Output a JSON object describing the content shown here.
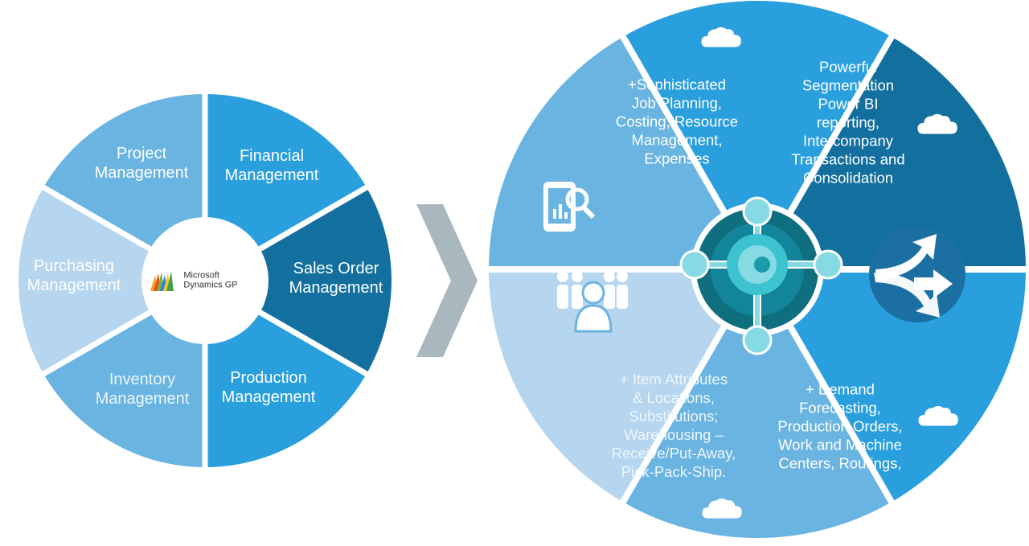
{
  "colors": {
    "lightest": "#b6d5ee",
    "light": "#6ab4e2",
    "medium": "#2a9fde",
    "dark": "#1a84be",
    "darkest": "#136f9e",
    "arrow": "#a9b7bf",
    "bc_ring": "#13859b",
    "bc_node": "#86dae4"
  },
  "left_wheel": {
    "center_logo": {
      "line1": "Microsoft",
      "line2": "Dynamics GP"
    },
    "segments": [
      {
        "id": "project",
        "label": "Project\nManagement",
        "color": "medium"
      },
      {
        "id": "financial",
        "label": "Financial\nManagement",
        "color": "darkest"
      },
      {
        "id": "sales",
        "label": "Sales Order\nManagement",
        "color": "medium"
      },
      {
        "id": "production",
        "label": "Production\nManagement",
        "color": "light"
      },
      {
        "id": "inventory",
        "label": "Inventory\nManagement",
        "color": "lightest"
      },
      {
        "id": "purchasing",
        "label": "Purchasing\nManagement",
        "color": "light"
      }
    ]
  },
  "right_wheel": {
    "segments": [
      {
        "id": "job-planning",
        "label": "+Sophisticated\nJob Planning,\nCosting, Resource\nManagement,\nExpenses",
        "color": "medium",
        "cloud": true
      },
      {
        "id": "financial-plus",
        "label": "Powerful\nSegmentation\nPower BI\nreporting,\nIntercompany\nTransactions and\nConsolidation",
        "color": "darkest",
        "cloud": true
      },
      {
        "id": "workflow",
        "label": "",
        "color": "medium",
        "icon": "split-arrows-icon"
      },
      {
        "id": "production-plus",
        "label": "+ Demand\nForecasting,\nProduction Orders,\nWork and Machine\nCenters, Routings,",
        "color": "light",
        "cloud": true
      },
      {
        "id": "inventory-plus",
        "label": "+ Item Attributes\n& Locations,\nSubstitutions;\nWarehousing –\nReceive/Put-Away,\nPick-Pack-Ship.",
        "color": "lightest",
        "cloud": true
      },
      {
        "id": "crm",
        "label": "",
        "color": "light",
        "icon": "mobile-analytics-and-people-icon"
      }
    ]
  }
}
